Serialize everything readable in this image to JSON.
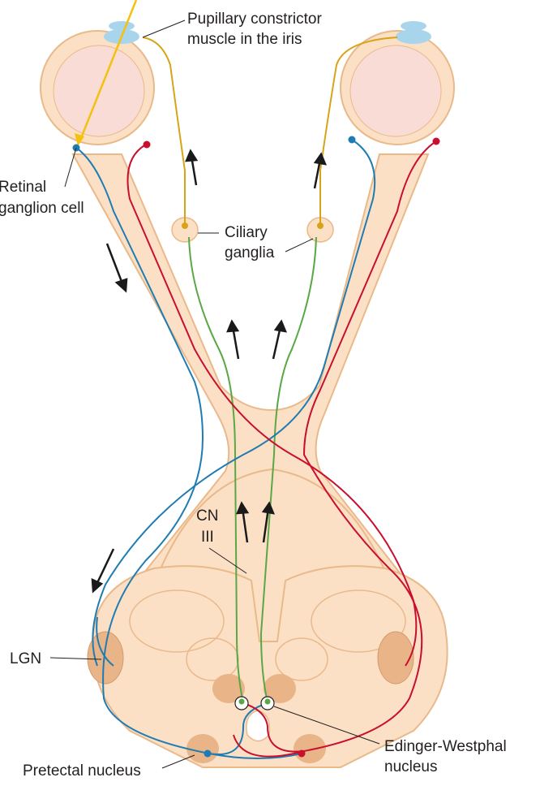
{
  "labels": {
    "pupillary_line1": "Pupillary constrictor",
    "pupillary_line2": "muscle in the iris",
    "retinal_line1": "Retinal",
    "retinal_line2": "ganglion cell",
    "ciliary_line1": "Ciliary",
    "ciliary_line2": "ganglia",
    "cn_line1": "CN",
    "cn_line2": "III",
    "lgn": "LGN",
    "pretectal": "Pretectal nucleus",
    "ew_line1": "Edinger-Westphal",
    "ew_line2": "nucleus"
  },
  "colors": {
    "tissue_fill": "#fbe0c5",
    "tissue_stroke": "#e9b98a",
    "eye_inner": "#f9dcd6",
    "nucleus_fill": "#e8b488",
    "afferent_blue": "#1f7cb2",
    "optic_red": "#c8102e",
    "parasym_green": "#5aa845",
    "postgang_yellow": "#d8a417",
    "light_ray": "#f4c20d",
    "iris_blue": "#a8d4ec",
    "arrow": "#1a1a1a"
  }
}
